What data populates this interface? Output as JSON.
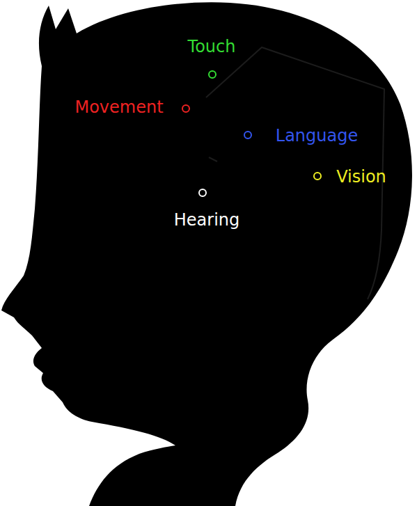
{
  "diagram": {
    "labels": [
      "Touch",
      "Movement",
      "Language",
      "Vision",
      "Hearing"
    ]
  }
}
